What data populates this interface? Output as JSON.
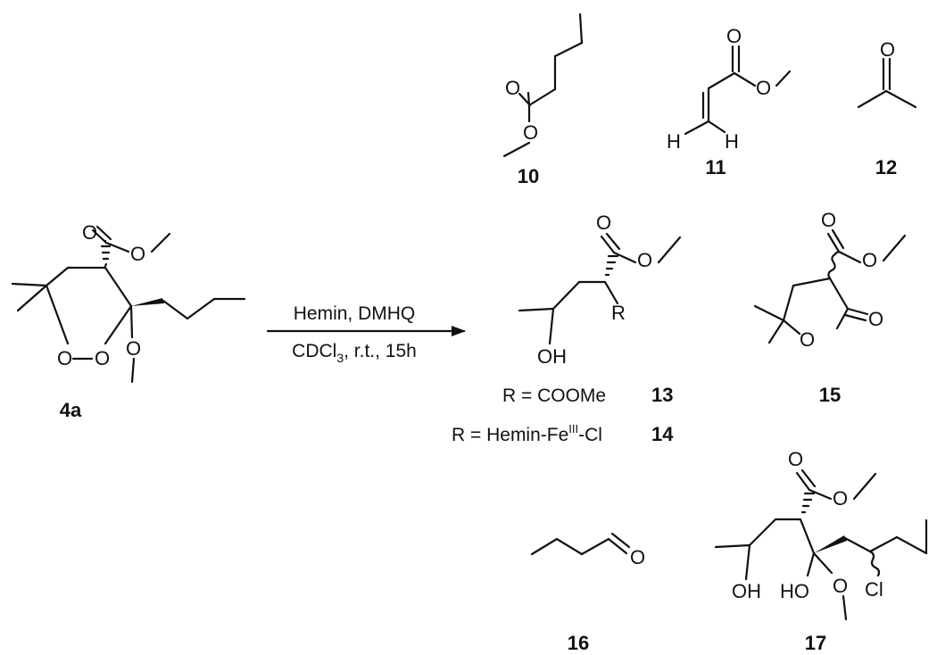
{
  "reaction": {
    "conditions_above": "Hemin, DMHQ",
    "conditions_below": {
      "prefix": "CDCl",
      "subscript": "3",
      "suffix": ", r.t., 15h"
    }
  },
  "compounds": {
    "c4a": "4a",
    "c10": "10",
    "c11": "11",
    "c12": "12",
    "c13": "13",
    "c14": "14",
    "c15": "15",
    "c16": "16",
    "c17": "17"
  },
  "r_definitions": {
    "r13": {
      "text": "R = COOMe",
      "compound": "13"
    },
    "r14": {
      "prefix": "R = Hemin-Fe",
      "superscript": "III",
      "suffix": "-Cl",
      "compound": "14"
    }
  },
  "atoms": {
    "O": "O",
    "H": "H",
    "R": "R",
    "OH": "OH",
    "HO": "HO",
    "Cl": "Cl"
  }
}
